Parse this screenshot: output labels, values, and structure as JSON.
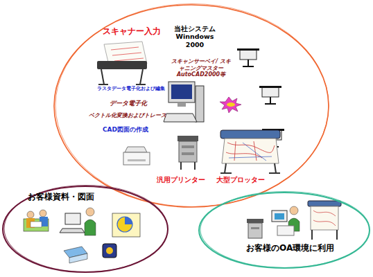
{
  "diagram": {
    "nodes": [
      {
        "text": [
          "スキャナー入力",
          "当社システム Winndows 2000",
          "スキャンサーベイ/ スキャニングマスター AutoCAD2000等",
          "ラスタデータ電子化および編集",
          "データ電子化",
          "ベクトル化変換およびトレース",
          "CAD図面の作成"
        ]
      },
      {
        "text": [
          "お客様資料・図面"
        ]
      },
      {
        "text": [
          "お客様のOA環境に利用"
        ]
      }
    ],
    "labels": [
      "汎用プリンター",
      "大型プロッター"
    ]
  }
}
